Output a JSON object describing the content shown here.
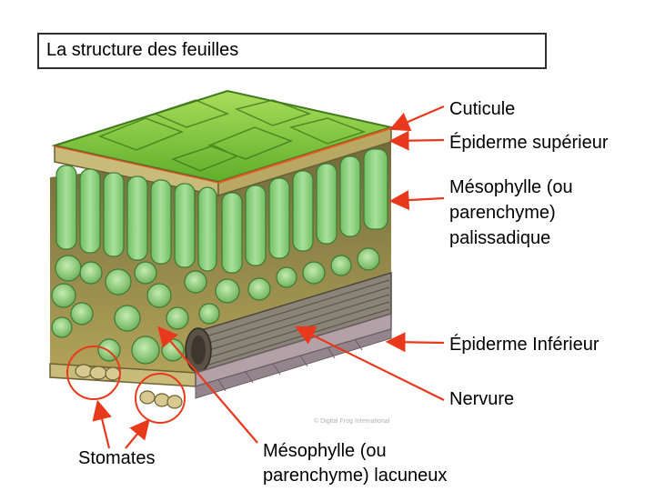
{
  "title": "La structure des feuilles",
  "watermark": "© Digital Frog International",
  "labels": {
    "cuticule": "Cuticule",
    "epiderme_superieur": "Épiderme supérieur",
    "palissadique_1": "Mésophylle (ou",
    "palissadique_2": "parenchyme)",
    "palissadique_3": "palissadique",
    "epiderme_inferieur": "Épiderme Inférieur",
    "nervure": "Nervure",
    "stomates": "Stomates",
    "lacuneux_1": "Mésophylle (ou",
    "lacuneux_2": "parenchyme) lacuneux"
  },
  "colors": {
    "arrow": "#e8391d",
    "cuticle_green": "#7ec23a",
    "epidermis_tan": "#c9bb7a",
    "palisade_green": "#8dcf7a",
    "spongy_green": "#9fd28a",
    "vein_gray": "#8a8378"
  }
}
